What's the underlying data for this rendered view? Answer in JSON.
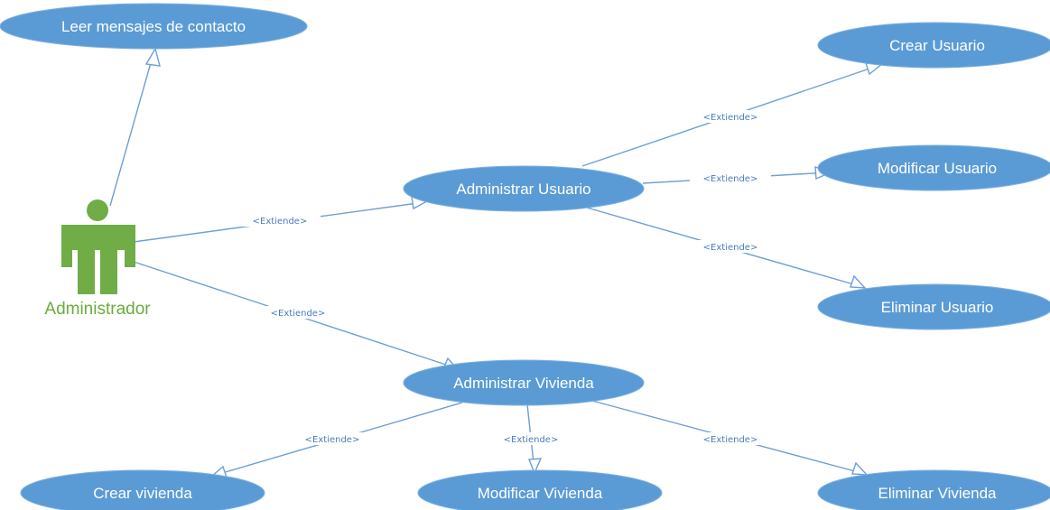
{
  "colors": {
    "usecase_fill": "#5b9bd5",
    "usecase_text": "#ffffff",
    "edge": "#6d9fd6",
    "stereotype_text": "#4a7cbf",
    "actor": "#70ad47",
    "actor_label": "#6aab3e"
  },
  "actor": {
    "icon": "person-icon",
    "label": "Administrador"
  },
  "use_cases": {
    "leer_mensajes": "Leer mensajes de contacto",
    "administrar_usuario": "Administrar Usuario",
    "crear_usuario": "Crear Usuario",
    "modificar_usuario": "Modificar Usuario",
    "eliminar_usuario": "Eliminar Usuario",
    "administrar_vivienda": "Administrar Vivienda",
    "crear_vivienda": "Crear vivienda",
    "modificar_vivienda": "Modificar Vivienda",
    "eliminar_vivienda": "Eliminar Vivienda"
  },
  "relations": {
    "actor_to_administrar_usuario": "<Extiende>",
    "actor_to_administrar_vivienda": "<Extiende>",
    "usuario_to_crear": "<Extiende>",
    "usuario_to_modificar": "<Extiende>",
    "usuario_to_eliminar": "<Extiende>",
    "vivienda_to_crear": "<Extiende>",
    "vivienda_to_modificar": "<Extiende>",
    "vivienda_to_eliminar": "<Extiende>"
  }
}
